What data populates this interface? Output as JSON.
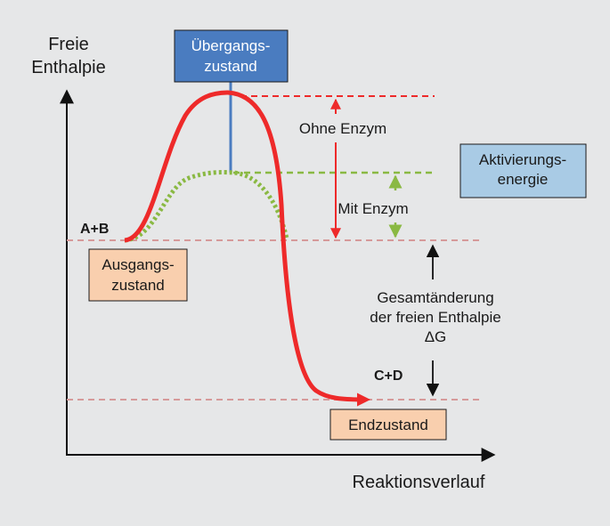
{
  "axes": {
    "y_label_line1": "Freie",
    "y_label_line2": "Enthalpie",
    "x_label": "Reaktionsverlauf"
  },
  "states": {
    "transition_line1": "Übergangs-",
    "transition_line2": "zustand",
    "start_line1": "Ausgangs-",
    "start_line2": "zustand",
    "end": "Endzustand",
    "reactants": "A+B",
    "products": "C+D"
  },
  "activation": {
    "line1": "Aktivierungs-",
    "line2": "energie",
    "without_enzyme": "Ohne Enzym",
    "with_enzyme": "Mit Enzym"
  },
  "total_change": {
    "line1": "Gesamtänderung",
    "line2": "der freien Enthalpie",
    "line3": "ΔG"
  },
  "colors": {
    "background": "#e6e7e8",
    "without_enzyme_curve": "#ee2a2a",
    "with_enzyme_curve": "#8ab943",
    "transition_box": "#4a7cc0",
    "activation_box": "#a9cbe5",
    "state_box": "#f9cfae",
    "level_line": "#d69a9a"
  }
}
